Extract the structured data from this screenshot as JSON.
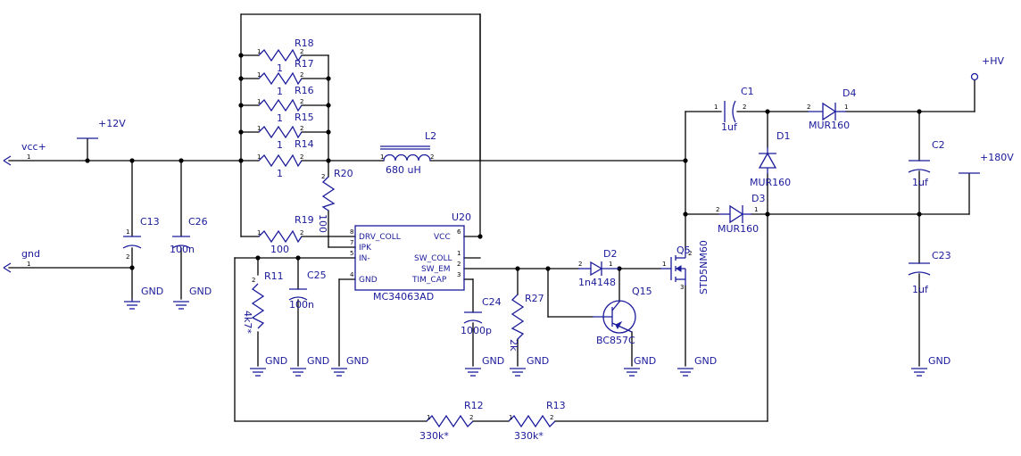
{
  "nets": {
    "vcc_plus": "vcc+",
    "gnd": "gnd",
    "v12": "+12V",
    "hv": "+HV",
    "v180": "+180V",
    "gnd_label": "GND"
  },
  "ic": {
    "ref": "U20",
    "part": "MC34063AD",
    "pins": {
      "drv_coll": "DRV_COLL",
      "ipk": "IPK",
      "in_minus": "IN-",
      "gnd": "GND",
      "vcc": "VCC",
      "sw_coll": "SW_COLL",
      "sw_em": "SW_EM",
      "tim_cap": "TIM_CAP"
    },
    "pin_numbers": {
      "drv_coll": "8",
      "ipk": "7",
      "in_minus": "5",
      "gnd": "4",
      "vcc": "6",
      "sw_coll": "1",
      "sw_em": "2",
      "tim_cap": "3"
    }
  },
  "components": {
    "r18": {
      "ref": "R18",
      "value": "1"
    },
    "r17": {
      "ref": "R17",
      "value": "1"
    },
    "r16": {
      "ref": "R16",
      "value": "1"
    },
    "r15": {
      "ref": "R15",
      "value": "1"
    },
    "r14": {
      "ref": "R14",
      "value": "1"
    },
    "r20": {
      "ref": "R20",
      "value": "100"
    },
    "r19": {
      "ref": "R19",
      "value": "100"
    },
    "r11": {
      "ref": "R11",
      "value": "4k7*"
    },
    "r27": {
      "ref": "R27",
      "value": "2k"
    },
    "r12": {
      "ref": "R12",
      "value": "330k*"
    },
    "r13": {
      "ref": "R13",
      "value": "330k*"
    },
    "l2": {
      "ref": "L2",
      "value": "680 uH"
    },
    "c13": {
      "ref": "C13",
      "value": ""
    },
    "c26": {
      "ref": "C26",
      "value": "100n"
    },
    "c25": {
      "ref": "C25",
      "value": "100n"
    },
    "c24": {
      "ref": "C24",
      "value": "1000p"
    },
    "c1": {
      "ref": "C1",
      "value": "1uf"
    },
    "c2": {
      "ref": "C2",
      "value": "1uf"
    },
    "c23": {
      "ref": "C23",
      "value": "1uf"
    },
    "d1": {
      "ref": "D1",
      "value": "MUR160"
    },
    "d2": {
      "ref": "D2",
      "value": "1n4148"
    },
    "d3": {
      "ref": "D3",
      "value": "MUR160"
    },
    "d4": {
      "ref": "D4",
      "value": "MUR160"
    },
    "q15": {
      "ref": "Q15",
      "value": "BC857C"
    },
    "q5": {
      "ref": "Q5",
      "value": "STD5NM60"
    }
  },
  "pin_marks": {
    "p1": "1",
    "p2": "2",
    "p3": "3"
  }
}
